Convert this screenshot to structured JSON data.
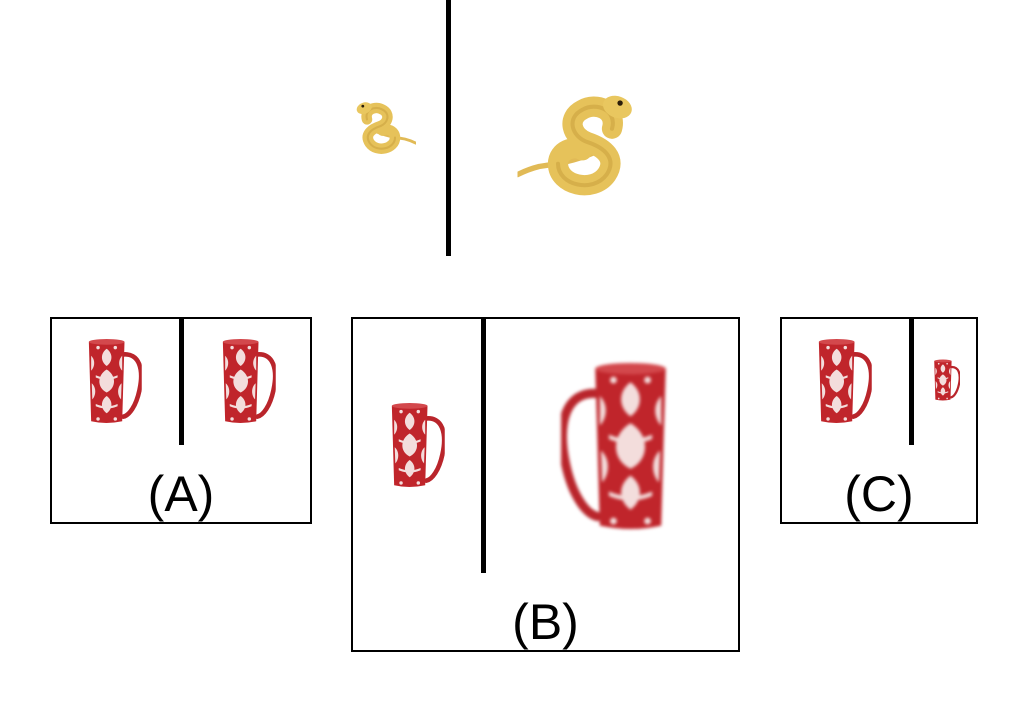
{
  "top": {
    "left_object": {
      "icon": "coiled-yellow-snake",
      "size": "small"
    },
    "right_object": {
      "icon": "coiled-yellow-snake",
      "size": "large"
    }
  },
  "options": [
    {
      "label": "(A)",
      "left_icon": "red-patterned-mug",
      "right_icon": "red-patterned-mug"
    },
    {
      "label": "(B)",
      "left_icon": "red-patterned-mug",
      "right_icon": "red-patterned-mug"
    },
    {
      "label": "(C)",
      "left_icon": "red-patterned-mug",
      "right_icon": "red-patterned-mug"
    }
  ],
  "colors": {
    "snake": "#e6c25a",
    "mug": "#c0252b",
    "pattern": "#f6e7e6",
    "divider": "#000000"
  }
}
